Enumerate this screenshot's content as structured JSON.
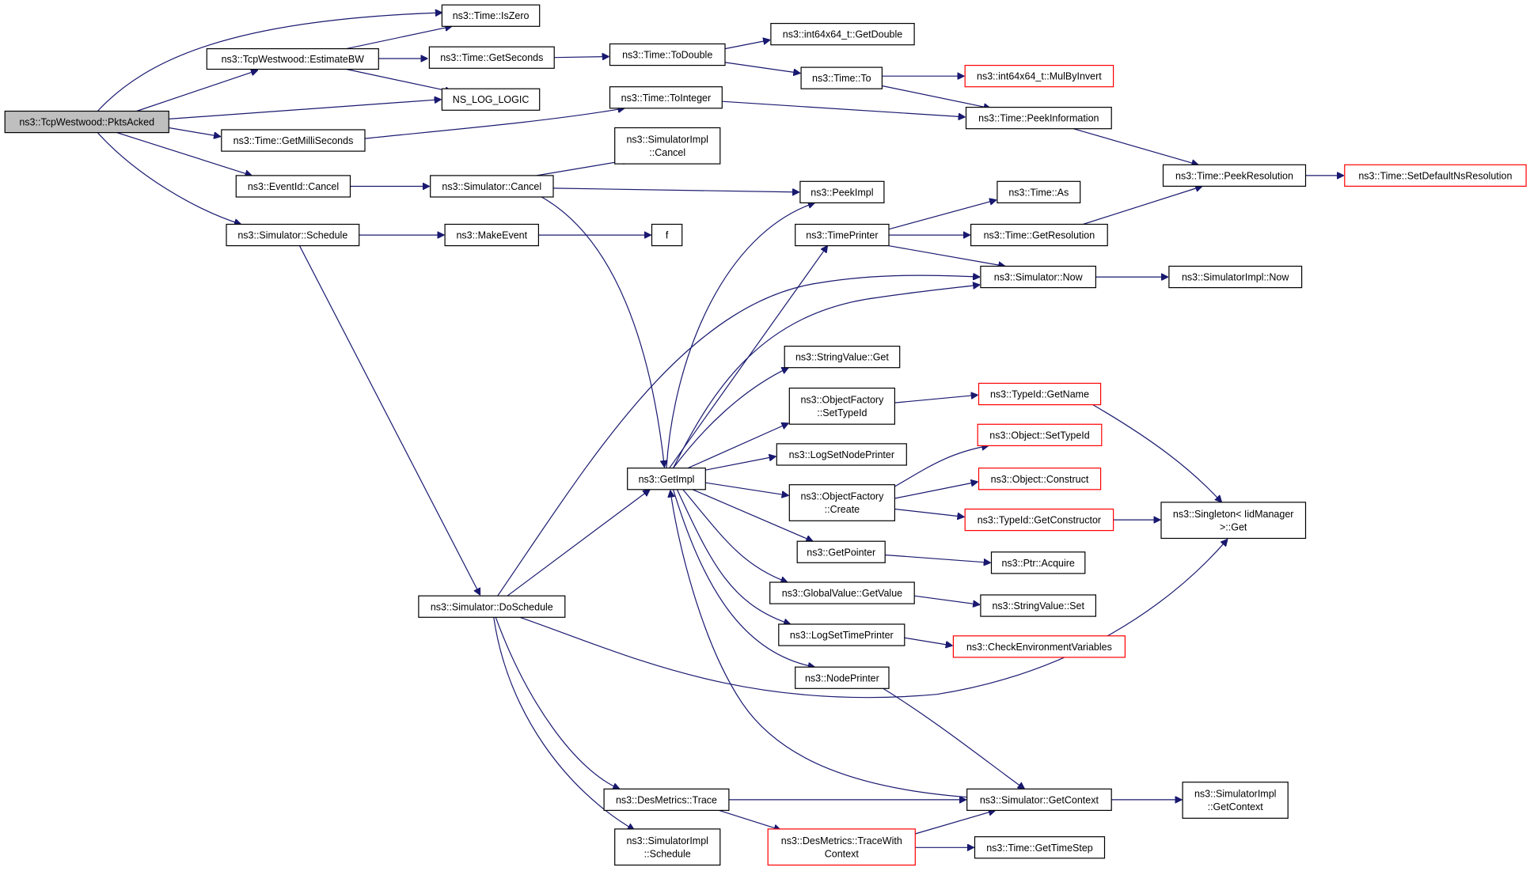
{
  "diagram": {
    "nodes": [
      {
        "id": "pktsacked",
        "lines": [
          "ns3::TcpWestwood::PktsAcked"
        ],
        "style": "root"
      },
      {
        "id": "iszero",
        "lines": [
          "ns3::Time::IsZero"
        ],
        "style": "normal"
      },
      {
        "id": "estimatebw",
        "lines": [
          "ns3::TcpWestwood::EstimateBW"
        ],
        "style": "normal"
      },
      {
        "id": "getseconds",
        "lines": [
          "ns3::Time::GetSeconds"
        ],
        "style": "normal"
      },
      {
        "id": "todouble",
        "lines": [
          "ns3::Time::ToDouble"
        ],
        "style": "normal"
      },
      {
        "id": "getdouble",
        "lines": [
          "ns3::int64x64_t::GetDouble"
        ],
        "style": "normal"
      },
      {
        "id": "to",
        "lines": [
          "ns3::Time::To"
        ],
        "style": "normal"
      },
      {
        "id": "mulbyinvert",
        "lines": [
          "ns3::int64x64_t::MulByInvert"
        ],
        "style": "red"
      },
      {
        "id": "nsloglogic",
        "lines": [
          "NS_LOG_LOGIC"
        ],
        "style": "normal"
      },
      {
        "id": "tointeger",
        "lines": [
          "ns3::Time::ToInteger"
        ],
        "style": "normal"
      },
      {
        "id": "getmilliseconds",
        "lines": [
          "ns3::Time::GetMilliSeconds"
        ],
        "style": "normal"
      },
      {
        "id": "peekinformation",
        "lines": [
          "ns3::Time::PeekInformation"
        ],
        "style": "normal"
      },
      {
        "id": "simimplcancel",
        "lines": [
          "ns3::SimulatorImpl",
          "::Cancel"
        ],
        "style": "normal"
      },
      {
        "id": "eventidcancel",
        "lines": [
          "ns3::EventId::Cancel"
        ],
        "style": "normal"
      },
      {
        "id": "simcancel",
        "lines": [
          "ns3::Simulator::Cancel"
        ],
        "style": "normal"
      },
      {
        "id": "peekimpl",
        "lines": [
          "ns3::PeekImpl"
        ],
        "style": "normal"
      },
      {
        "id": "peekresolution",
        "lines": [
          "ns3::Time::PeekResolution"
        ],
        "style": "normal"
      },
      {
        "id": "setdefaultnsres",
        "lines": [
          "ns3::Time::SetDefaultNsResolution"
        ],
        "style": "red"
      },
      {
        "id": "timeas",
        "lines": [
          "ns3::Time::As"
        ],
        "style": "normal"
      },
      {
        "id": "simschedule",
        "lines": [
          "ns3::Simulator::Schedule"
        ],
        "style": "normal"
      },
      {
        "id": "makeevent",
        "lines": [
          "ns3::MakeEvent"
        ],
        "style": "normal"
      },
      {
        "id": "f",
        "lines": [
          "f"
        ],
        "style": "normal"
      },
      {
        "id": "timeprinter",
        "lines": [
          "ns3::TimePrinter"
        ],
        "style": "normal"
      },
      {
        "id": "getresolution",
        "lines": [
          "ns3::Time::GetResolution"
        ],
        "style": "normal"
      },
      {
        "id": "simnow",
        "lines": [
          "ns3::Simulator::Now"
        ],
        "style": "normal"
      },
      {
        "id": "simimplnow",
        "lines": [
          "ns3::SimulatorImpl::Now"
        ],
        "style": "normal"
      },
      {
        "id": "stringvalueget",
        "lines": [
          "ns3::StringValue::Get"
        ],
        "style": "normal"
      },
      {
        "id": "ofsettypeid",
        "lines": [
          "ns3::ObjectFactory",
          "::SetTypeId"
        ],
        "style": "normal"
      },
      {
        "id": "typeidgetname",
        "lines": [
          "ns3::TypeId::GetName"
        ],
        "style": "red"
      },
      {
        "id": "logsetnodeprinter",
        "lines": [
          "ns3::LogSetNodePrinter"
        ],
        "style": "normal"
      },
      {
        "id": "objsettypeid",
        "lines": [
          "ns3::Object::SetTypeId"
        ],
        "style": "red"
      },
      {
        "id": "getimpl",
        "lines": [
          "ns3::GetImpl"
        ],
        "style": "normal"
      },
      {
        "id": "ofcreate",
        "lines": [
          "ns3::ObjectFactory",
          "::Create"
        ],
        "style": "normal"
      },
      {
        "id": "objconstruct",
        "lines": [
          "ns3::Object::Construct"
        ],
        "style": "red"
      },
      {
        "id": "typeidgetconstructor",
        "lines": [
          "ns3::TypeId::GetConstructor"
        ],
        "style": "red"
      },
      {
        "id": "singletonget",
        "lines": [
          "ns3::Singleton< IidManager",
          ">::Get"
        ],
        "style": "normal"
      },
      {
        "id": "getpointer",
        "lines": [
          "ns3::GetPointer"
        ],
        "style": "normal"
      },
      {
        "id": "ptracquire",
        "lines": [
          "ns3::Ptr::Acquire"
        ],
        "style": "normal"
      },
      {
        "id": "gvgetvalue",
        "lines": [
          "ns3::GlobalValue::GetValue"
        ],
        "style": "normal"
      },
      {
        "id": "stringvalueset",
        "lines": [
          "ns3::StringValue::Set"
        ],
        "style": "normal"
      },
      {
        "id": "doschedule",
        "lines": [
          "ns3::Simulator::DoSchedule"
        ],
        "style": "normal"
      },
      {
        "id": "logsettimeprinter",
        "lines": [
          "ns3::LogSetTimePrinter"
        ],
        "style": "normal"
      },
      {
        "id": "checkenv",
        "lines": [
          "ns3::CheckEnvironmentVariables"
        ],
        "style": "red"
      },
      {
        "id": "nodeprinter",
        "lines": [
          "ns3::NodePrinter"
        ],
        "style": "normal"
      },
      {
        "id": "desmetricstrace",
        "lines": [
          "ns3::DesMetrics::Trace"
        ],
        "style": "normal"
      },
      {
        "id": "simgetcontext",
        "lines": [
          "ns3::Simulator::GetContext"
        ],
        "style": "normal"
      },
      {
        "id": "simimplgetcontext",
        "lines": [
          "ns3::SimulatorImpl",
          "::GetContext"
        ],
        "style": "normal"
      },
      {
        "id": "tracewithcontext",
        "lines": [
          "ns3::DesMetrics::TraceWith",
          "Context"
        ],
        "style": "red"
      },
      {
        "id": "gettimestep",
        "lines": [
          "ns3::Time::GetTimeStep"
        ],
        "style": "normal"
      },
      {
        "id": "simimplschedule",
        "lines": [
          "ns3::SimulatorImpl",
          "::Schedule"
        ],
        "style": "normal"
      }
    ],
    "edges": [
      [
        "pktsacked",
        "iszero"
      ],
      [
        "pktsacked",
        "estimatebw"
      ],
      [
        "pktsacked",
        "nsloglogic"
      ],
      [
        "pktsacked",
        "getmilliseconds"
      ],
      [
        "pktsacked",
        "eventidcancel"
      ],
      [
        "pktsacked",
        "simschedule"
      ],
      [
        "estimatebw",
        "iszero"
      ],
      [
        "estimatebw",
        "getseconds"
      ],
      [
        "estimatebw",
        "nsloglogic"
      ],
      [
        "getseconds",
        "todouble"
      ],
      [
        "todouble",
        "getdouble"
      ],
      [
        "todouble",
        "to"
      ],
      [
        "to",
        "mulbyinvert"
      ],
      [
        "to",
        "peekinformation"
      ],
      [
        "getmilliseconds",
        "tointeger"
      ],
      [
        "tointeger",
        "peekinformation"
      ],
      [
        "peekinformation",
        "peekresolution"
      ],
      [
        "peekresolution",
        "setdefaultnsres"
      ],
      [
        "eventidcancel",
        "simcancel"
      ],
      [
        "simcancel",
        "simimplcancel"
      ],
      [
        "simcancel",
        "peekimpl"
      ],
      [
        "simcancel",
        "getimpl"
      ],
      [
        "simschedule",
        "makeevent"
      ],
      [
        "makeevent",
        "f"
      ],
      [
        "simschedule",
        "doschedule"
      ],
      [
        "doschedule",
        "getimpl"
      ],
      [
        "doschedule",
        "simnow"
      ],
      [
        "doschedule",
        "singletonget"
      ],
      [
        "doschedule",
        "desmetricstrace"
      ],
      [
        "doschedule",
        "simimplschedule"
      ],
      [
        "getimpl",
        "peekimpl"
      ],
      [
        "getimpl",
        "timeprinter"
      ],
      [
        "getimpl",
        "simnow"
      ],
      [
        "getimpl",
        "stringvalueget"
      ],
      [
        "getimpl",
        "ofsettypeid"
      ],
      [
        "getimpl",
        "logsetnodeprinter"
      ],
      [
        "getimpl",
        "ofcreate"
      ],
      [
        "getimpl",
        "getpointer"
      ],
      [
        "getimpl",
        "gvgetvalue"
      ],
      [
        "getimpl",
        "logsettimeprinter"
      ],
      [
        "getimpl",
        "nodeprinter"
      ],
      [
        "timeprinter",
        "timeas"
      ],
      [
        "timeprinter",
        "getresolution"
      ],
      [
        "timeprinter",
        "simnow"
      ],
      [
        "getresolution",
        "peekresolution"
      ],
      [
        "simnow",
        "simimplnow"
      ],
      [
        "ofsettypeid",
        "typeidgetname"
      ],
      [
        "typeidgetname",
        "singletonget"
      ],
      [
        "ofcreate",
        "objsettypeid"
      ],
      [
        "ofcreate",
        "objconstruct"
      ],
      [
        "ofcreate",
        "typeidgetconstructor"
      ],
      [
        "typeidgetconstructor",
        "singletonget"
      ],
      [
        "getpointer",
        "ptracquire"
      ],
      [
        "gvgetvalue",
        "stringvalueset"
      ],
      [
        "logsettimeprinter",
        "checkenv"
      ],
      [
        "nodeprinter",
        "simgetcontext"
      ],
      [
        "simgetcontext",
        "getimpl"
      ],
      [
        "simgetcontext",
        "simimplgetcontext"
      ],
      [
        "desmetricstrace",
        "simgetcontext"
      ],
      [
        "desmetricstrace",
        "tracewithcontext"
      ],
      [
        "tracewithcontext",
        "simgetcontext"
      ],
      [
        "tracewithcontext",
        "gettimestep"
      ]
    ]
  }
}
